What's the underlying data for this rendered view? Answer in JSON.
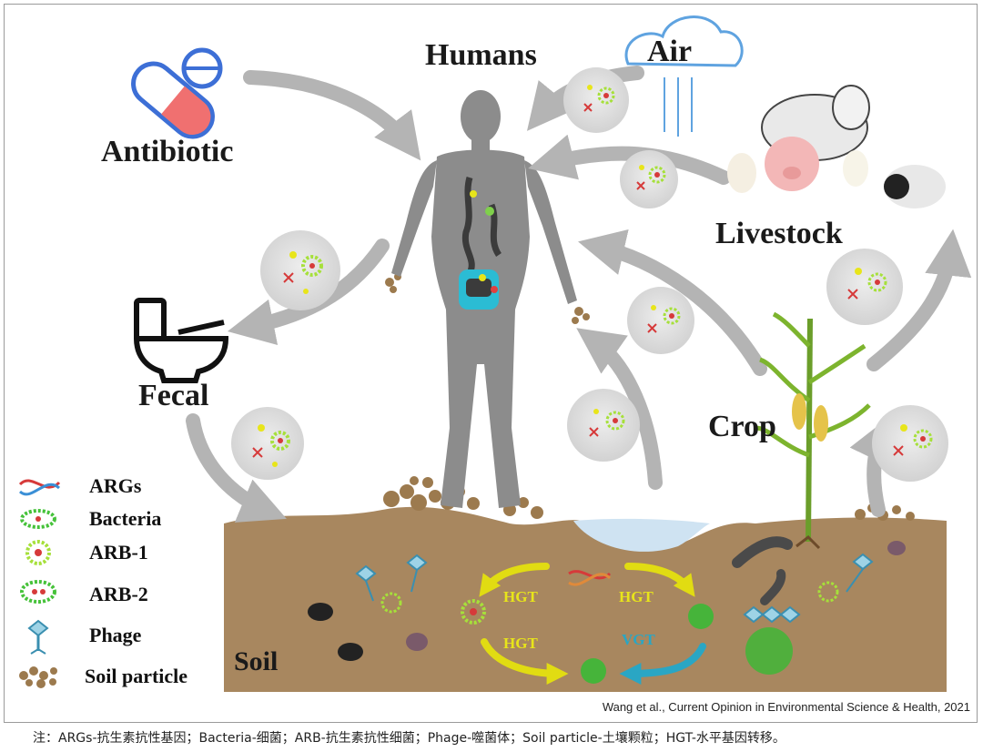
{
  "labels": {
    "humans": "Humans",
    "air": "Air",
    "antibiotic": "Antibiotic",
    "livestock": "Livestock",
    "fecal": "Fecal",
    "crop": "Crop",
    "soil": "Soil"
  },
  "legend": [
    {
      "label": "ARGs",
      "icon": "args-icon"
    },
    {
      "label": "Bacteria",
      "icon": "bacteria-icon"
    },
    {
      "label": "ARB-1",
      "icon": "arb1-icon"
    },
    {
      "label": "ARB-2",
      "icon": "arb2-icon"
    },
    {
      "label": "Phage",
      "icon": "phage-icon"
    },
    {
      "label": "Soil particle",
      "icon": "soil-particle-icon"
    }
  ],
  "cycle": {
    "hgt_top_left": "HGT",
    "hgt_top_right": "HGT",
    "hgt_bottom_left": "HGT",
    "vgt": "VGT"
  },
  "citation": "Wang et al., Current Opinion in Environmental Science & Health, 2021",
  "note": "注：ARGs-抗生素抗性基因；Bacteria-细菌；ARB-抗生素抗性细菌；Phage-噬菌体；Soil particle-土壤颗粒；HGT-水平基因转移。",
  "colors": {
    "arrow": "#b4b4b4",
    "human": "#8c8c8c",
    "soil": "#a8875f",
    "water": "#cfe3f2",
    "hgt_yellow": "#e8e51a",
    "vgt_teal": "#2aa6c4",
    "arb_green": "#7fd04b"
  }
}
